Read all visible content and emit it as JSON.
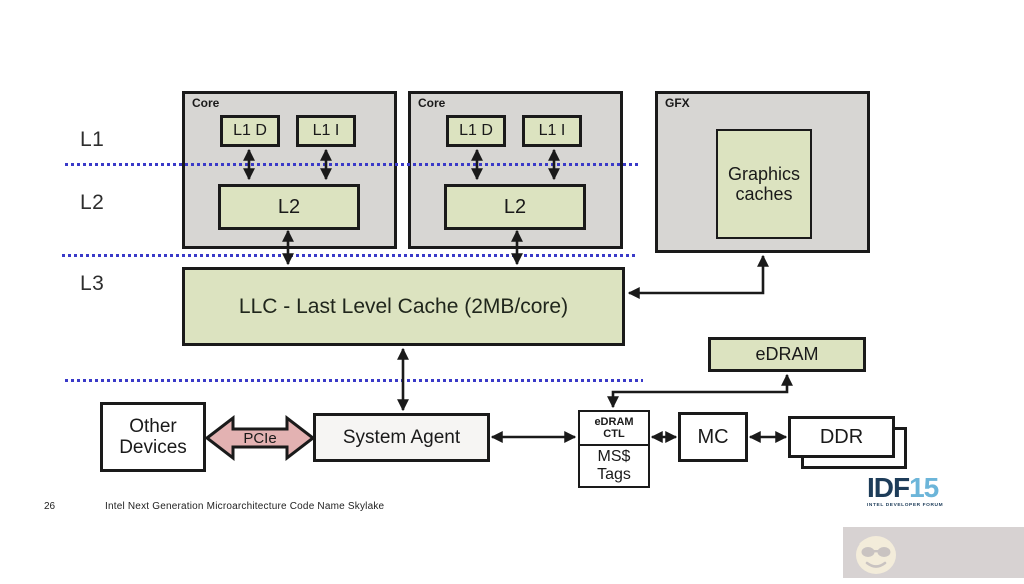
{
  "side_labels": {
    "l1": "L1",
    "l2": "L2",
    "l3": "L3"
  },
  "cores": [
    {
      "title": "Core",
      "l1d": "L1 D",
      "l1i": "L1 I",
      "l2": "L2"
    },
    {
      "title": "Core",
      "l1d": "L1 D",
      "l1i": "L1 I",
      "l2": "L2"
    }
  ],
  "gfx": {
    "title": "GFX",
    "caches": "Graphics\ncaches"
  },
  "llc": {
    "label": "LLC - Last Level Cache (2MB/core)"
  },
  "edram": {
    "label": "eDRAM"
  },
  "io": {
    "other_devices": "Other\nDevices",
    "pcie_label": "PCIe",
    "system_agent": "System Agent",
    "edram_ctl": "eDRAM\nCTL",
    "ms_tags": "MS$\nTags",
    "mc": "MC",
    "ddr": "DDR"
  },
  "footer": {
    "page_number": "26",
    "caption": "Intel Next Generation Microarchitecture Code Name Skylake"
  },
  "logo": {
    "idf": "IDF",
    "year": "15",
    "tagline": "INTEL DEVELOPER FORUM"
  },
  "colors": {
    "box_fill_green": "#dce3c0",
    "box_fill_gray": "#d7d6d3",
    "box_border": "#1a1a1a",
    "pcie_fill": "#e3b2b2",
    "dotted_line_blue": "#3a3ac8",
    "system_agent_fill": "#f6f5f3",
    "idf_dark_blue": "#1d3c59",
    "idf_light_blue": "#6cb5d9",
    "watermark_gray": "#d7d2d2",
    "watermark_face_cream": "#f3ecda"
  }
}
